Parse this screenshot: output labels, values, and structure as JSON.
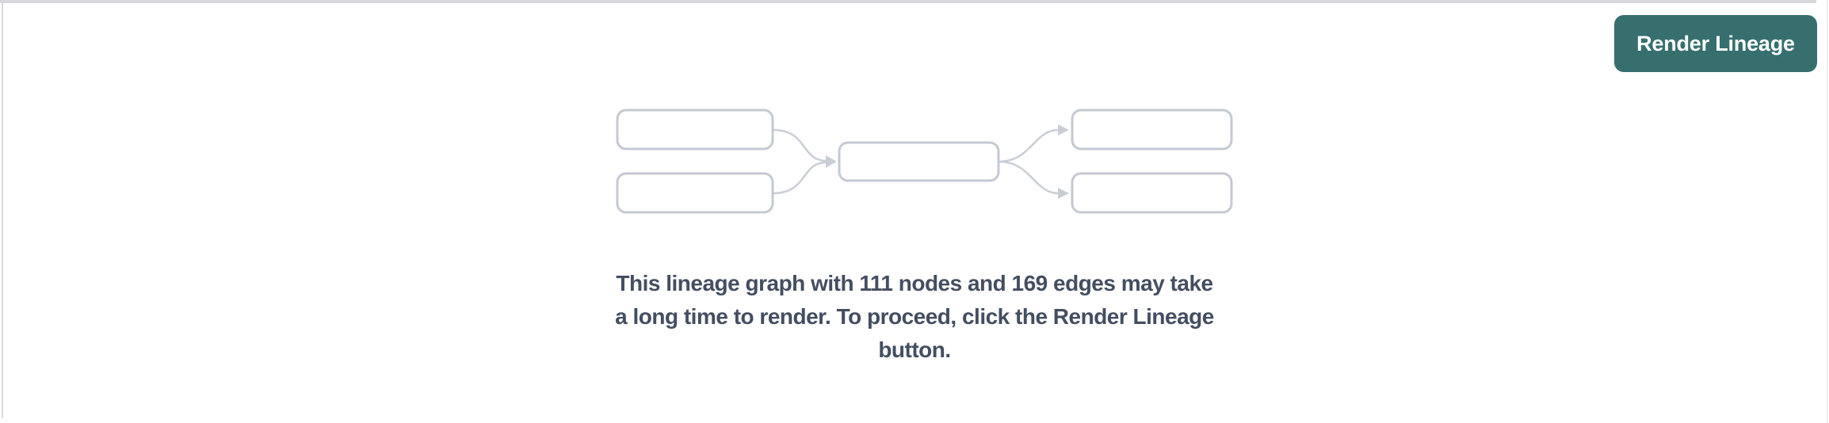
{
  "panel": {
    "name": "lineage-preview-panel",
    "background": "#ffffff"
  },
  "toolbar": {
    "render_button_label": "Render Lineage"
  },
  "message": {
    "text": "This lineage graph with 111 nodes and 169 edges may take\na long time to render. To proceed, click the Render Lineage\nbutton."
  },
  "graph_stats": {
    "nodes": 111,
    "edges": 169
  },
  "illustration": {
    "name": "lineage-graph-placeholder",
    "node_count": 5,
    "edge_count": 4,
    "layout": "2 upstream nodes -> 1 center node -> 2 downstream nodes"
  },
  "colors": {
    "accent_button": "#366f6e",
    "button_text": "#ffffff",
    "message_text": "#434e61",
    "node_border": "#c4c9d2",
    "node_fill": "#ffffff",
    "edge_stroke": "#c9ced6",
    "divider": "#d8d9db"
  }
}
